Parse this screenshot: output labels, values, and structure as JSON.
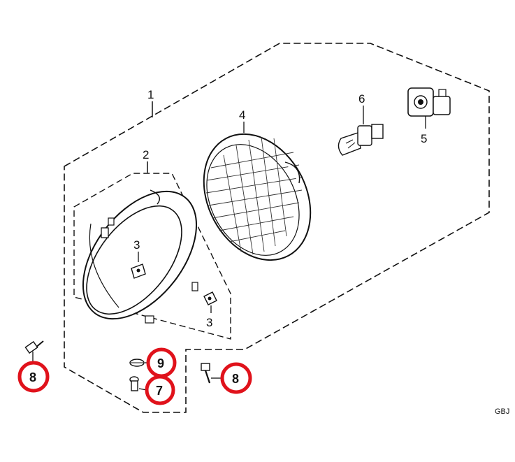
{
  "diagram": {
    "callouts": {
      "headlight_assembly": "1",
      "case": "2",
      "case_nut_left": "3",
      "case_nut_right": "3",
      "headlight_unit": "4",
      "bulb_socket": "5",
      "bulb": "6",
      "bolt_small": "7",
      "screw_left": "8",
      "screw_right": "8",
      "washer": "9"
    },
    "reference_code": "GBJ",
    "highlight_color": "#e0121b"
  }
}
